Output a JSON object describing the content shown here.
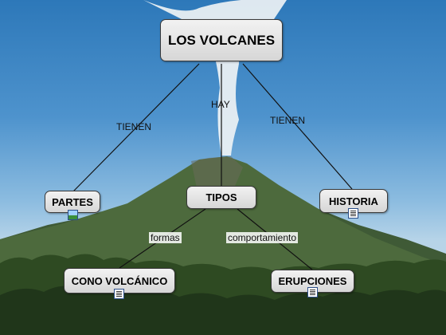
{
  "title": "LOS VOLCANES",
  "nodes": {
    "partes": "PARTES",
    "tipos": "TIPOS",
    "historia": "HISTORIA",
    "cono": "CONO VOLCÁNICO",
    "erupciones": "ERUPCIONES"
  },
  "links": {
    "tienen_left": "TIENEN",
    "hay": "HAY",
    "tienen_right": "TIENEN",
    "formas": "formas",
    "comportamiento": "comportamiento"
  },
  "icons": {
    "partes": "image-icon",
    "historia": "document-icon",
    "cono": "document-icon",
    "erupciones": "document-icon"
  },
  "colors": {
    "sky": "#4e93cd",
    "mountain": "#3d5a2e",
    "node_fill": "#e0e0e0",
    "node_border": "#3a3a3a"
  }
}
